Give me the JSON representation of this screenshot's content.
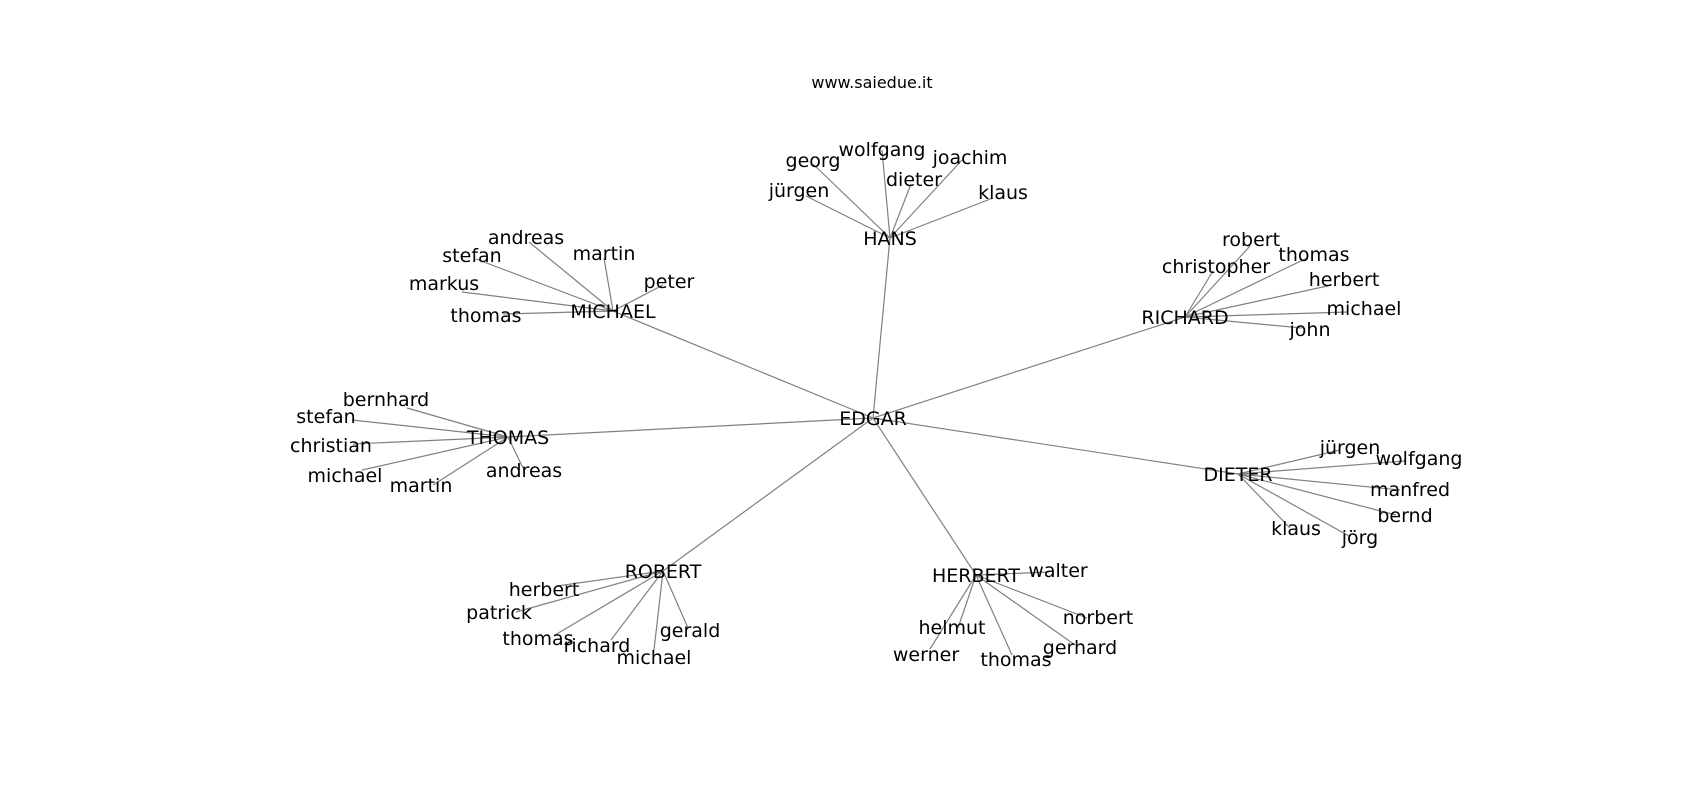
{
  "header": {
    "site": "www.saiedue.it"
  },
  "graph": {
    "root": "EDGAR",
    "hubs": [
      {
        "name": "HANS",
        "children": [
          "georg",
          "wolfgang",
          "joachim",
          "dieter",
          "jürgen",
          "klaus"
        ]
      },
      {
        "name": "MICHAEL",
        "children": [
          "andreas",
          "stefan",
          "martin",
          "peter",
          "markus",
          "thomas"
        ]
      },
      {
        "name": "RICHARD",
        "children": [
          "robert",
          "christopher",
          "thomas",
          "herbert",
          "michael",
          "john"
        ]
      },
      {
        "name": "THOMAS",
        "children": [
          "bernhard",
          "stefan",
          "christian",
          "michael",
          "martin",
          "andreas"
        ]
      },
      {
        "name": "DIETER",
        "children": [
          "jürgen",
          "wolfgang",
          "manfred",
          "bernd",
          "klaus",
          "jörg"
        ]
      },
      {
        "name": "ROBERT",
        "children": [
          "herbert",
          "patrick",
          "thomas",
          "richard",
          "michael",
          "gerald"
        ]
      },
      {
        "name": "HERBERT",
        "children": [
          "walter",
          "helmut",
          "norbert",
          "werner",
          "thomas",
          "gerhard"
        ]
      }
    ]
  }
}
